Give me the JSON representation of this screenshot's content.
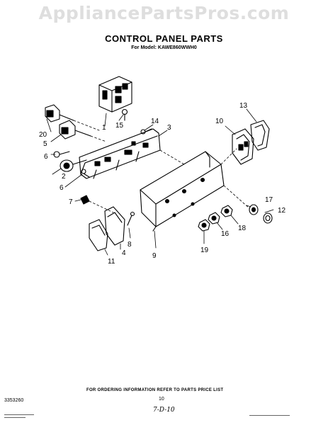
{
  "watermark": "AppliancePartsPros.com",
  "title": "CONTROL PANEL PARTS",
  "subtitle": "For Model: KAWE860WWH0",
  "callouts": [
    "1",
    "2",
    "3",
    "4",
    "5",
    "6",
    "6",
    "7",
    "8",
    "9",
    "10",
    "11",
    "12",
    "13",
    "14",
    "15",
    "16",
    "17",
    "18",
    "19",
    "20"
  ],
  "footer": {
    "ordering_note": "FOR ORDERING INFORMATION REFER TO PARTS PRICE LIST",
    "part_number": "3353260",
    "page_number": "10",
    "date_code": "7-D-10"
  }
}
